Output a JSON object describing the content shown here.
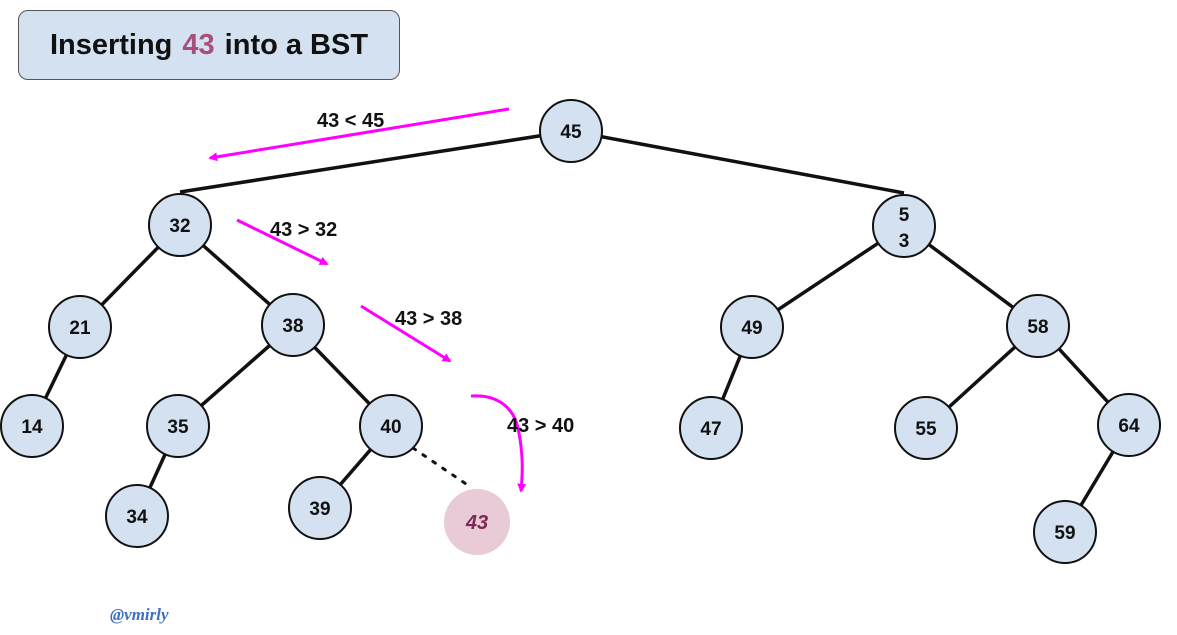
{
  "title": {
    "prefix": "Inserting",
    "value": "43",
    "suffix": "into a BST"
  },
  "colors": {
    "node_fill": "#d3e1f1",
    "highlight_fill": "#c9d7f4",
    "new_node_fill": "#e8cbd6",
    "new_node_text": "#7a2a55",
    "accent_value": "#a8507a",
    "arrow": "#ff00ff",
    "watermark": "#3f6fc1"
  },
  "tree": {
    "nodes": [
      {
        "id": "n45",
        "label": "45",
        "parent": null
      },
      {
        "id": "n32",
        "label": "32",
        "parent": "n45",
        "highlight": true
      },
      {
        "id": "n53",
        "label": "5\n3",
        "parent": "n45"
      },
      {
        "id": "n21",
        "label": "21",
        "parent": "n32"
      },
      {
        "id": "n38",
        "label": "38",
        "parent": "n32"
      },
      {
        "id": "n14",
        "label": "14",
        "parent": "n21"
      },
      {
        "id": "n35",
        "label": "35",
        "parent": "n38"
      },
      {
        "id": "n40",
        "label": "40",
        "parent": "n38"
      },
      {
        "id": "n34",
        "label": "34",
        "parent": "n35"
      },
      {
        "id": "n39",
        "label": "39",
        "parent": "n40"
      },
      {
        "id": "n49",
        "label": "49",
        "parent": "n53"
      },
      {
        "id": "n58",
        "label": "58",
        "parent": "n53"
      },
      {
        "id": "n47",
        "label": "47",
        "parent": "n49"
      },
      {
        "id": "n55",
        "label": "55",
        "parent": "n58"
      },
      {
        "id": "n64",
        "label": "64",
        "parent": "n58"
      },
      {
        "id": "n59",
        "label": "59",
        "parent": "n64"
      }
    ],
    "new_node": {
      "id": "n43",
      "label": "43",
      "parent": "n40"
    }
  },
  "comparisons": [
    "43 < 45",
    "43 > 32",
    "43 > 38",
    "43 > 40"
  ],
  "watermark": "@vmirly"
}
